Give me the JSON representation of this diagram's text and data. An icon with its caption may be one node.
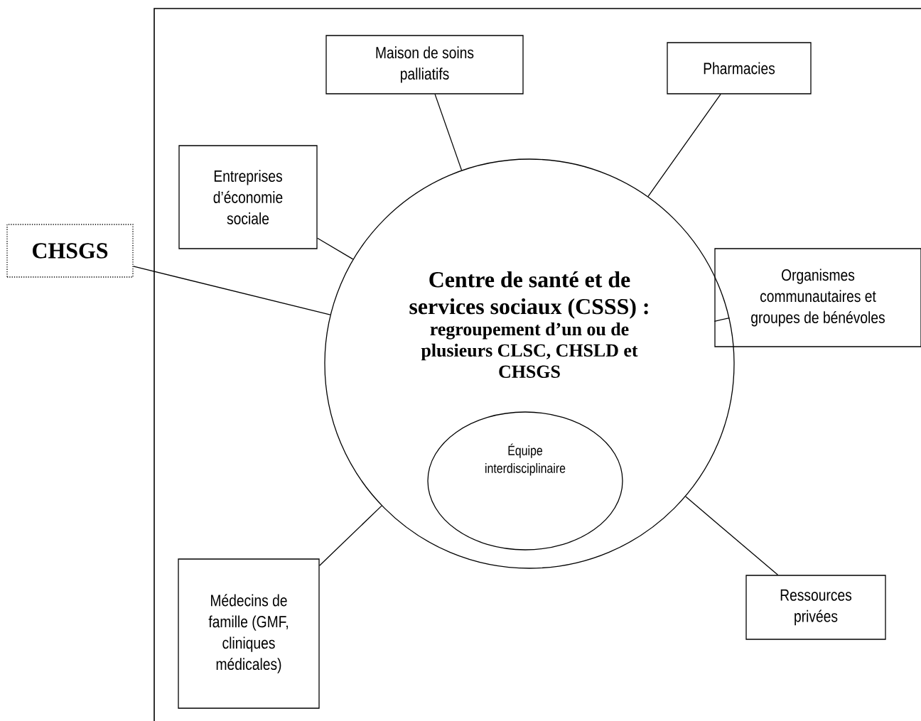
{
  "diagram": {
    "nodes": [
      {
        "text": [
          "Maison de soins palliatifs"
        ]
      },
      {
        "text": [
          "Pharmacies"
        ]
      },
      {
        "text": [
          "Entreprises d’économie sociale"
        ]
      },
      {
        "text": [
          "CHSGS"
        ]
      },
      {
        "text": [
          "Centre de santé et de services sociaux (CSSS) :",
          "regroupement d’un ou de plusieurs CLSC, CHSLD et CHSGS"
        ]
      },
      {
        "text": [
          "Organismes communautaires et groupes de bénévoles"
        ]
      },
      {
        "text": [
          "Équipe interdisciplinaire"
        ],
        "in": 4
      },
      {
        "text": [
          "Médecins de famille (GMF, cliniques médicales)"
        ]
      },
      {
        "text": [
          "Ressources privées"
        ]
      }
    ],
    "edges": [
      {
        "from": 0,
        "to": 4,
        "arrow": "none"
      },
      {
        "from": 1,
        "to": 4,
        "arrow": "none"
      },
      {
        "from": 2,
        "to": 4,
        "arrow": "none"
      },
      {
        "from": 3,
        "to": 4,
        "arrow": "none"
      },
      {
        "from": 5,
        "to": 4,
        "arrow": "none"
      },
      {
        "from": 7,
        "to": 4,
        "arrow": "none"
      },
      {
        "from": 8,
        "to": 4,
        "arrow": "none"
      }
    ]
  }
}
